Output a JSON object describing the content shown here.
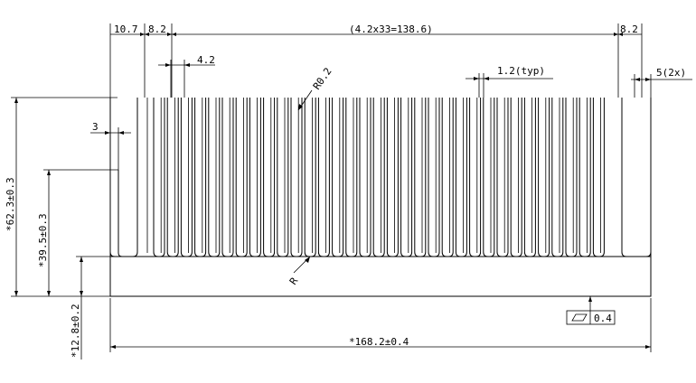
{
  "dims": {
    "top_left_offset": "10.7",
    "top_gap_left": "8.2",
    "top_pitch_total": "(4.2x33=138.6)",
    "top_gap_right": "8.2",
    "fin_pitch": "4.2",
    "fin_thickness": "1.2(typ)",
    "outer_fin": "5(2x)",
    "tip_radius": "R0.2",
    "root_radius": "R",
    "wall": "3",
    "overall_height": "*62.3±0.3",
    "fin_height": "*39.5±0.3",
    "base_height": "*12.8±0.2",
    "overall_width": "*168.2±0.4"
  },
  "tolerance": {
    "symbol": "flatness-icon",
    "value": "0.4"
  }
}
